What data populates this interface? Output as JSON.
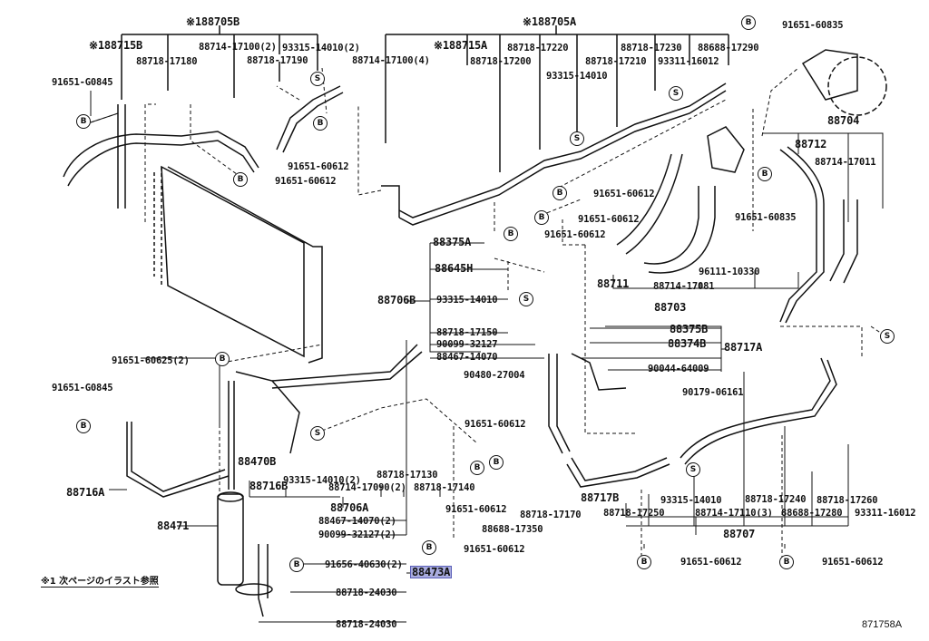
{
  "diagram": {
    "title": "Air conditioner piping parts diagram",
    "figure_code": "871758A",
    "note": "※1 次ページのイラスト参照",
    "highlight_color": "#a9acdf",
    "symbols": {
      "bolt": "B",
      "screw": "S"
    },
    "labels": [
      {
        "id": "l1",
        "text": "※188705B"
      },
      {
        "id": "l2",
        "text": "※188715B"
      },
      {
        "id": "l3",
        "text": "88718-17180"
      },
      {
        "id": "l4",
        "text": "88714-17100(2)"
      },
      {
        "id": "l5",
        "text": "93315-14010(2)"
      },
      {
        "id": "l6",
        "text": "88718-17190"
      },
      {
        "id": "l7",
        "text": "91651-G0845"
      },
      {
        "id": "l8",
        "text": "91651-60612"
      },
      {
        "id": "l9",
        "text": "91651-60612"
      },
      {
        "id": "l10",
        "text": "※188705A"
      },
      {
        "id": "l11",
        "text": "※188715A"
      },
      {
        "id": "l12",
        "text": "88714-17100(4)"
      },
      {
        "id": "l13",
        "text": "88718-17220"
      },
      {
        "id": "l14",
        "text": "88718-17200"
      },
      {
        "id": "l15",
        "text": "93315-14010"
      },
      {
        "id": "l16",
        "text": "88718-17230"
      },
      {
        "id": "l17",
        "text": "88718-17210"
      },
      {
        "id": "l18",
        "text": "88688-17290"
      },
      {
        "id": "l19",
        "text": "93311-16012"
      },
      {
        "id": "l20",
        "text": "91651-60835"
      },
      {
        "id": "l21",
        "text": "88704"
      },
      {
        "id": "l22",
        "text": "88712"
      },
      {
        "id": "l23",
        "text": "88714-17011"
      },
      {
        "id": "l24",
        "text": "91651-60835"
      },
      {
        "id": "l25",
        "text": "91651-60612"
      },
      {
        "id": "l26",
        "text": "91651-60612"
      },
      {
        "id": "l27",
        "text": "91651-60612"
      },
      {
        "id": "l28",
        "text": "88375A"
      },
      {
        "id": "l29",
        "text": "88645H"
      },
      {
        "id": "l30",
        "text": "88706B"
      },
      {
        "id": "l31",
        "text": "93315-14010"
      },
      {
        "id": "l32",
        "text": "88718-17150"
      },
      {
        "id": "l33",
        "text": "90099-32127"
      },
      {
        "id": "l34",
        "text": "88467-14070"
      },
      {
        "id": "l35",
        "text": "90480-27004"
      },
      {
        "id": "l36",
        "text": "88711"
      },
      {
        "id": "l37",
        "text": "88714-17081"
      },
      {
        "id": "l38",
        "text": "96111-10330"
      },
      {
        "id": "l39",
        "text": "88703"
      },
      {
        "id": "l40",
        "text": "88375B"
      },
      {
        "id": "l41",
        "text": "88374B"
      },
      {
        "id": "l42",
        "text": "88717A"
      },
      {
        "id": "l43",
        "text": "90044-64009"
      },
      {
        "id": "l44",
        "text": "90179-06161"
      },
      {
        "id": "l45",
        "text": "91651-60625(2)"
      },
      {
        "id": "l46",
        "text": "91651-G0845"
      },
      {
        "id": "l47",
        "text": "88716A"
      },
      {
        "id": "l48",
        "text": "88470B"
      },
      {
        "id": "l49",
        "text": "88716B"
      },
      {
        "id": "l50",
        "text": "93315-14010(2)"
      },
      {
        "id": "l51",
        "text": "88714-17090(2)"
      },
      {
        "id": "l52",
        "text": "88718-17130"
      },
      {
        "id": "l53",
        "text": "88718-17140"
      },
      {
        "id": "l54",
        "text": "88706A"
      },
      {
        "id": "l55",
        "text": "91651-60612"
      },
      {
        "id": "l56",
        "text": "91651-60612"
      },
      {
        "id": "l57",
        "text": "88688-17350"
      },
      {
        "id": "l58",
        "text": "88718-17170"
      },
      {
        "id": "l59",
        "text": "91651-60612"
      },
      {
        "id": "l60",
        "text": "88471"
      },
      {
        "id": "l61",
        "text": "88467-14070(2)"
      },
      {
        "id": "l62",
        "text": "90099-32127(2)"
      },
      {
        "id": "l63",
        "text": "91656-40630(2)"
      },
      {
        "id": "l64",
        "text": "88473A"
      },
      {
        "id": "l65",
        "text": "88718-24030"
      },
      {
        "id": "l66",
        "text": "88718-24030"
      },
      {
        "id": "l67",
        "text": "88717B"
      },
      {
        "id": "l68",
        "text": "88718-17250"
      },
      {
        "id": "l69",
        "text": "93315-14010"
      },
      {
        "id": "l70",
        "text": "88714-17110(3)"
      },
      {
        "id": "l71",
        "text": "88718-17240"
      },
      {
        "id": "l72",
        "text": "88688-17280"
      },
      {
        "id": "l73",
        "text": "88718-17260"
      },
      {
        "id": "l74",
        "text": "93311-16012"
      },
      {
        "id": "l75",
        "text": "88707"
      },
      {
        "id": "l76",
        "text": "91651-60612"
      },
      {
        "id": "l77",
        "text": "91651-60612"
      }
    ]
  }
}
